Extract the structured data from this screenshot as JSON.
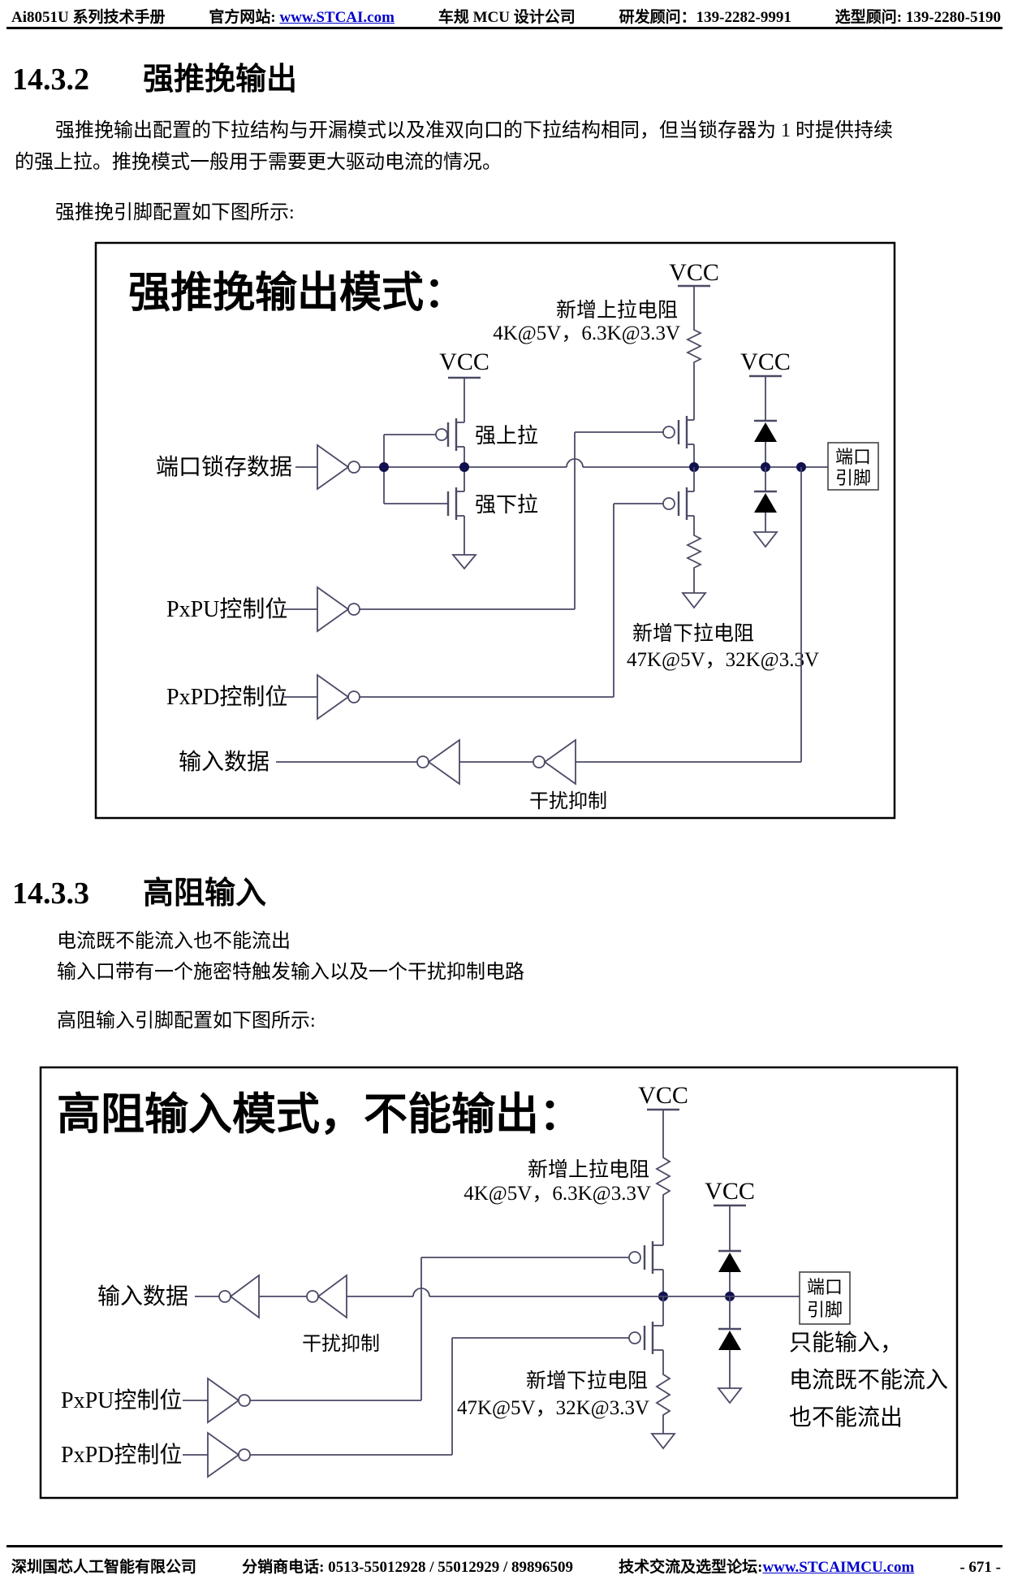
{
  "shared": {
    "vcc": "VCC"
  },
  "header": {
    "title": "Ai8051U 系列技术手册",
    "site_label": "官方网站:",
    "site_link": "www.STCAI.com",
    "company": "车规 MCU 设计公司",
    "rd_contact": "研发顾问：139-2282-9991",
    "sel_contact": "选型顾问: 139-2280-5190"
  },
  "section1": {
    "number": "14.3.2",
    "title": "强推挽输出",
    "para_line1": "强推挽输出配置的下拉结构与开漏模式以及准双向口的下拉结构相同，但当锁存器为 1 时提供持续",
    "para_line2": "的强上拉。推挽模式一般用于需要更大驱动电流的情况。",
    "caption": "强推挽引脚配置如下图所示:"
  },
  "diagram1": {
    "title": "强推挽输出模式：",
    "pullup_label1": "新增上拉电阻",
    "pullup_label2": "4K@5V，6.3K@3.3V",
    "latch_label": "端口锁存数据",
    "strong_pullup": "强上拉",
    "strong_pulldown": "强下拉",
    "pxpu_label": "PxPU控制位",
    "pxpd_label": "PxPD控制位",
    "input_label": "输入数据",
    "noise_label": "干扰抑制",
    "pulldown_label1": "新增下拉电阻",
    "pulldown_label2": "47K@5V，32K@3.3V",
    "port_pin_line1": "端口",
    "port_pin_line2": "引脚"
  },
  "section2": {
    "number": "14.3.3",
    "title": "高阻输入",
    "line1": "电流既不能流入也不能流出",
    "line2": "输入口带有一个施密特触发输入以及一个干扰抑制电路",
    "caption": "高阻输入引脚配置如下图所示:"
  },
  "diagram2": {
    "title": "高阻输入模式，不能输出：",
    "pullup_label1": "新增上拉电阻",
    "pullup_label2": "4K@5V，6.3K@3.3V",
    "input_label": "输入数据",
    "noise_label": "干扰抑制",
    "pxpu_label": "PxPU控制位",
    "pxpd_label": "PxPD控制位",
    "pulldown_label1": "新增下拉电阻",
    "pulldown_label2": "47K@5V，32K@3.3V",
    "port_pin_line1": "端口",
    "port_pin_line2": "引脚",
    "note_line1": "只能输入，",
    "note_line2": "电流既不能流入",
    "note_line3": "也不能流出"
  },
  "footer": {
    "company": "深圳国芯人工智能有限公司",
    "phone": "分销商电话: 0513-55012928 / 55012929 / 89896509",
    "forum_label": "技术交流及选型论坛:",
    "forum_link": "www.STCAIMCU.com",
    "page": "- 671 -"
  },
  "colors": {
    "link": "#0000cc",
    "line": "#4a4a66",
    "dot": "#10104f"
  }
}
